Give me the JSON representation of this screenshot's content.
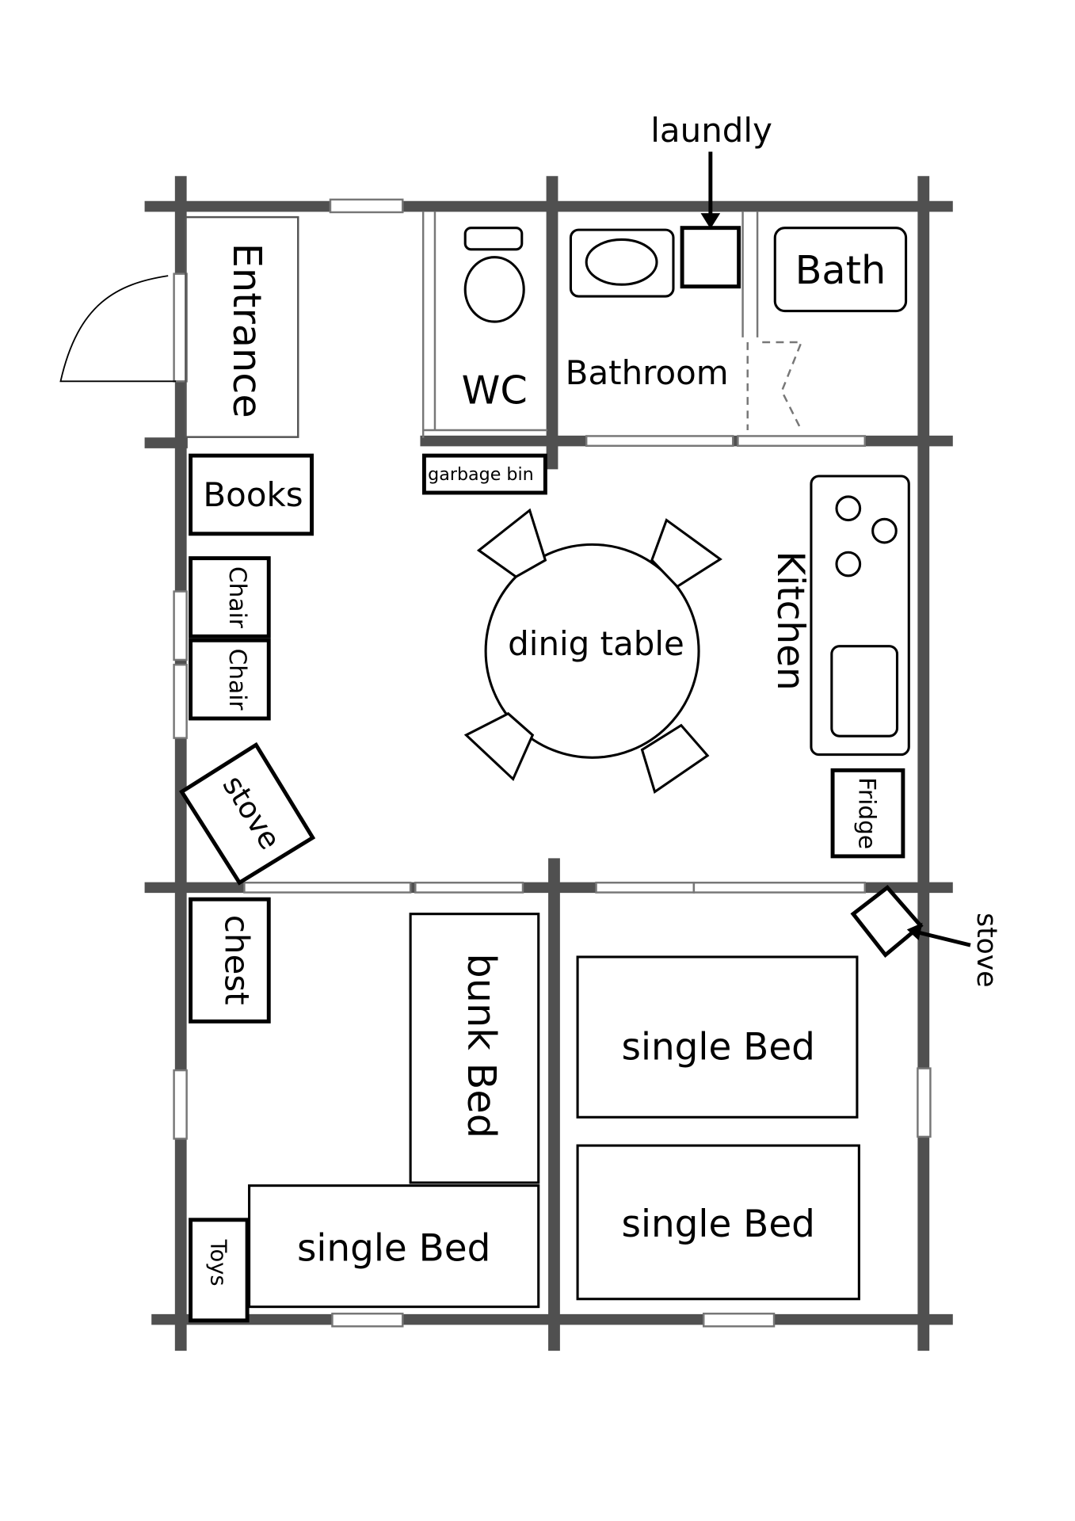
{
  "plan": {
    "labels": {
      "laundry": "laundly",
      "entrance": "Entrance",
      "wc": "WC",
      "bathroom": "Bathroom",
      "bath": "Bath",
      "garbage_bin": "garbage bin",
      "books": "Books",
      "chair_1": "Chair",
      "chair_2": "Chair",
      "stove_living": "stove",
      "dining_table": "dinig table",
      "kitchen": "Kitchen",
      "fridge": "Fridge",
      "stove_bedroom": "stove",
      "chest": "chest",
      "bunk_bed": "bunk Bed",
      "single_bed_left": "single Bed",
      "toys": "Toys",
      "single_bed_right_top": "single Bed",
      "single_bed_right_bottom": "single Bed"
    },
    "colors": {
      "wall": "#505050",
      "furniture": "#000000",
      "background": "#ffffff"
    }
  }
}
